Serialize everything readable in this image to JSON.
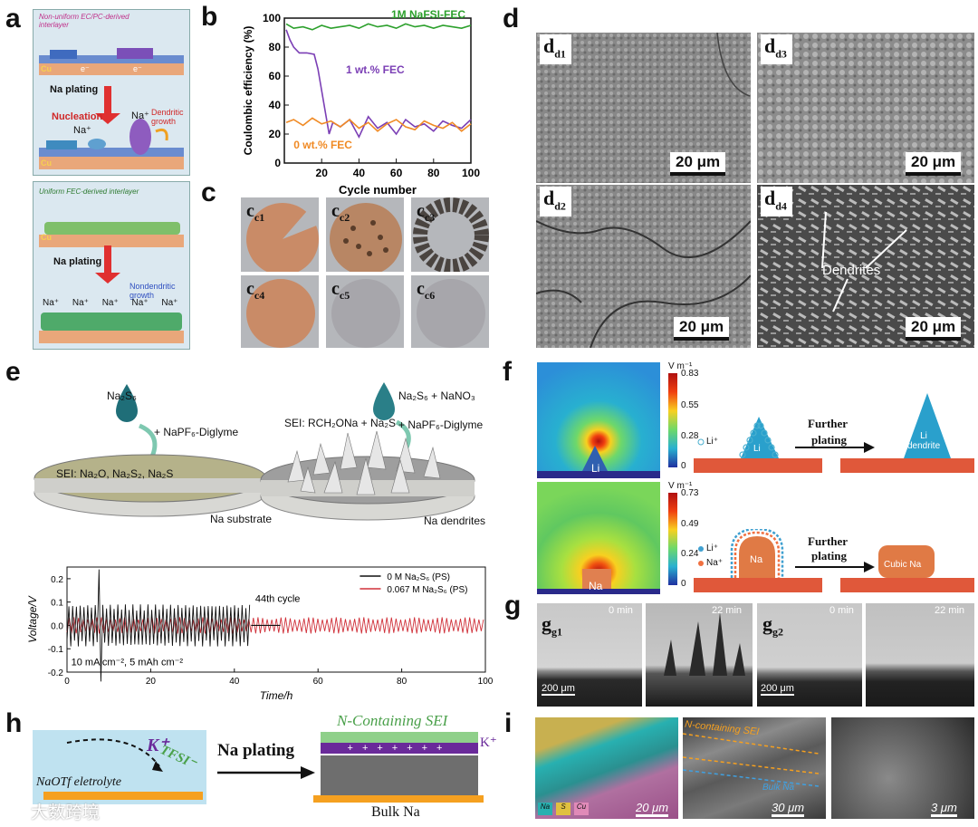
{
  "panels": {
    "a": {
      "label": "a",
      "top_caption": "Non-uniform EC/PC-derived interlayer",
      "cu": "Cu",
      "e": "e⁻",
      "plating": "Na plating",
      "nucleation": "Nucleation",
      "na_plus": "Na⁺",
      "dendritic": "Dendritic growth",
      "bottom_caption": "Uniform FEC-derived interlayer",
      "nondendritic": "Nondendritic growth"
    },
    "b": {
      "label": "b",
      "ylabel": "Coulombic efficiency (%)",
      "xlabel": "Cycle number",
      "series_labels": [
        "1M NaFSI-FEC",
        "1 wt.% FEC",
        "0 wt.% FEC"
      ]
    },
    "c": {
      "label": "c",
      "subs": [
        "c1",
        "c2",
        "c3",
        "c4",
        "c5",
        "c6"
      ]
    },
    "d": {
      "label": "d",
      "subs": [
        "d1",
        "d3",
        "d2",
        "d4"
      ],
      "scalebar": "20 μm",
      "dendrites": "Dendrites"
    },
    "e": {
      "label": "e",
      "left_reagent": "Na₂S₆",
      "left_additive": "+ NaPF₆-Diglyme",
      "left_sei": "SEI: Na₂O, Na₂S₂, Na₂S",
      "right_reagent": "Na₂S₆ + NaNO₃",
      "right_sei": "SEI: RCH₂ONa + Na₂S",
      "right_additive": "+ NaPF₆-Diglyme",
      "substrate": "Na substrate",
      "dendrites": "Na dendrites",
      "legend": [
        "0 M Na₂S₆ (PS)",
        "0.067 M Na₂S₆ (PS)"
      ],
      "cycle_note": "44th cycle",
      "conditions": "10 mA cm⁻², 5 mAh cm⁻²",
      "ylabel": "Voltage/V",
      "xlabel": "Time/h"
    },
    "f": {
      "label": "f",
      "unit": "V m⁻¹",
      "top_ticks": [
        "0.83",
        "0.55",
        "0.28",
        "0"
      ],
      "bottom_ticks": [
        "0.73",
        "0.49",
        "0.24",
        "0"
      ],
      "li": "Li",
      "na": "Na",
      "li_plus": "Li⁺",
      "na_plus": "Na⁺",
      "further": "Further",
      "plating": "plating",
      "li_dendrite": "Li dendrite",
      "cubic_na": "Cubic Na"
    },
    "g": {
      "label": "g",
      "subs": [
        "g1",
        "g2"
      ],
      "t0": "0 min",
      "t22": "22 min",
      "scalebar": "200 μm"
    },
    "h": {
      "label": "h",
      "kplus": "K⁺",
      "tfsi": "TFSI⁻",
      "electrolyte": "NaOTf eletrolyte",
      "plating": "Na plating",
      "sei": "N-Containing SEI",
      "bulk": "Bulk Na"
    },
    "i": {
      "label": "i",
      "legend": [
        "Na",
        "S",
        "Cu"
      ],
      "scale1": "20 μm",
      "scale2": "30 μm",
      "scale3": "3 μm",
      "n_sei": "N-containing SEI",
      "bulk_na": "Bulk Na"
    },
    "watermark": "大数跨境"
  },
  "chart_data": [
    {
      "type": "line",
      "title": "",
      "xlabel": "Cycle number",
      "ylabel": "Coulombic efficiency (%)",
      "xlim": [
        0,
        100
      ],
      "ylim": [
        0,
        100
      ],
      "xticks": [
        20,
        40,
        60,
        80,
        100
      ],
      "yticks": [
        0,
        20,
        40,
        60,
        80,
        100
      ],
      "series": [
        {
          "name": "1M NaFSI-FEC",
          "color": "#2ca02c",
          "x": [
            1,
            5,
            10,
            15,
            20,
            25,
            30,
            35,
            40,
            45,
            50,
            55,
            60,
            65,
            70,
            75,
            80,
            85,
            90,
            95,
            100
          ],
          "y": [
            96,
            93,
            94,
            92,
            95,
            93,
            94,
            95,
            93,
            96,
            94,
            95,
            93,
            96,
            94,
            95,
            93,
            95,
            94,
            93,
            95
          ]
        },
        {
          "name": "1 wt.% FEC",
          "color": "#7b3fb5",
          "x": [
            1,
            3,
            5,
            8,
            12,
            16,
            18,
            20,
            22,
            24,
            26,
            30,
            35,
            40,
            45,
            50,
            55,
            60,
            65,
            70,
            75,
            80,
            85,
            90,
            95,
            100
          ],
          "y": [
            92,
            85,
            80,
            76,
            76,
            75,
            65,
            50,
            35,
            20,
            28,
            25,
            30,
            18,
            32,
            24,
            28,
            20,
            30,
            25,
            27,
            22,
            29,
            26,
            24,
            30
          ]
        },
        {
          "name": "0 wt.% FEC",
          "color": "#f08a24",
          "x": [
            1,
            5,
            10,
            15,
            20,
            25,
            30,
            35,
            40,
            45,
            50,
            55,
            60,
            65,
            70,
            75,
            80,
            85,
            90,
            95,
            100
          ],
          "y": [
            28,
            30,
            26,
            31,
            27,
            29,
            25,
            30,
            24,
            28,
            22,
            27,
            30,
            25,
            23,
            29,
            26,
            24,
            28,
            22,
            27
          ]
        }
      ]
    },
    {
      "type": "line",
      "title": "",
      "xlabel": "Time/h",
      "ylabel": "Voltage/V",
      "xlim": [
        0,
        100
      ],
      "ylim": [
        -0.2,
        0.25
      ],
      "xticks": [
        0,
        20,
        40,
        60,
        80,
        100
      ],
      "yticks": [
        -0.2,
        -0.1,
        0.0,
        0.1,
        0.2
      ],
      "series": [
        {
          "name": "0 M Na₂S₆ (PS)",
          "color": "#111111",
          "t_end": 44,
          "amplitude": 0.09,
          "period": 0.9
        },
        {
          "name": "0.067 M Na₂S₆ (PS)",
          "color": "#d0313a",
          "t_end": 100,
          "amplitude": 0.035,
          "period": 1.1
        }
      ]
    }
  ]
}
